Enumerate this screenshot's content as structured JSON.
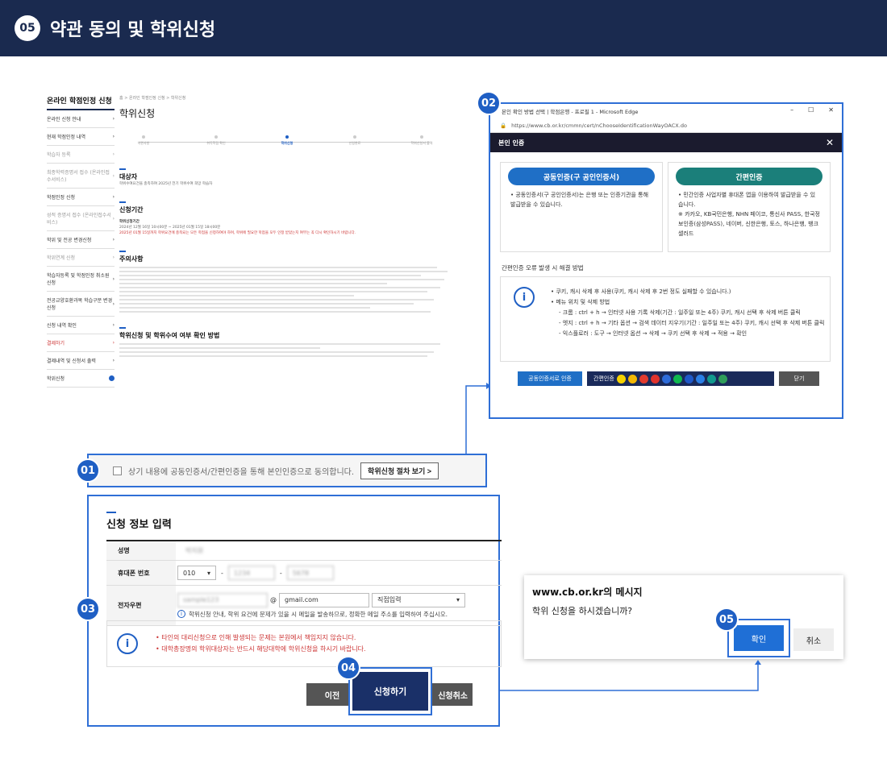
{
  "header": {
    "step": "05",
    "title": "약관 동의 및 학위신청"
  },
  "badges": {
    "b01": "01",
    "b02": "02",
    "b03": "03",
    "b04": "04",
    "b05": "05"
  },
  "sidebar": {
    "title": "온라인 학점인정 신청",
    "items": [
      "온라인 신청 안내",
      "현재 학점인정 내역",
      "학습자 등록",
      "최종학력증명서 접수 (온라인접수서비스)",
      "학점인정 신청",
      "성적 증명서 접수 (온라인접수서비스)",
      "학위 및 전공 변경신청",
      "학위연계 신청",
      "학습자등록 및 학점인정 취소원 신청",
      "전공교양호환과목 학습구분 변경신청",
      "신청 내역 확인",
      "결제하기",
      "결제내역 및 신청서 출력",
      "학위신청"
    ]
  },
  "main": {
    "breadcrumb": "홈 > 온라인 학점인정 신청 > 학위신청",
    "title": "학위신청",
    "steps": [
      "약관사항",
      "취득학점 확인",
      "학위신청",
      "신청완료",
      "학위신청서 출력"
    ],
    "sec1": "대상자",
    "sec1_text": "학위수여요건을 충족하여 2025년 전기 학위수여 희망 학습자",
    "sec2": "신청기간",
    "sec2_sub": "학위신청기간",
    "sec2_text": "2024년 12월 16일 10시00분 ~ 2025년 01월 15일 18시00분",
    "sec2_warn": "2025년 01월 15일까지 학위요건에 충족되는 모든 학점을 신청하여야 하며, 학위에 필요한 학점을 모두 인정 받았는지 여부는 꼭 다시 확인하시기 바랍니다.",
    "sec3": "주의사항",
    "sec4": "학위신청 및 학위수여 여부 확인 방법"
  },
  "agree": {
    "text": "상기 내용에 공동인증서/간편인증을 통해 본인인증으로 동의합니다.",
    "button": "학위신청 절차 보기 >"
  },
  "form": {
    "title": "신청 정보 입력",
    "name_label": "성명",
    "name_value": "박지원",
    "phone_label": "휴대폰 번호",
    "phone_prefix": "010",
    "phone_mid": "1234",
    "phone_end": "5678",
    "email_label": "전자우편",
    "email_id": "sample123",
    "email_at": "@",
    "email_domain": "gmail.com",
    "email_select": "직접입력",
    "email_notice": "학위신청 안내, 학위 요건에 문제가 있을 시 메일을 발송하므로, 정확한 메일 주소를 입력하여 주십시오.",
    "warn1": "타인의 대리신청으로 인해 발생되는 문제는 본원에서 책임지지 않습니다.",
    "warn2": "대학총장명의 학위대상자는 반드시 해당대학에 학위신청을 하시기 바랍니다.",
    "btn_prev": "이전",
    "btn_apply": "신청하기",
    "btn_cancel": "신청취소"
  },
  "window": {
    "title": "본인 확인 방법 선택 | 학점은행 - 프로필 1 - Microsoft Edge",
    "url": "https://www.cb.or.kr/cmmn/cert/nChooseIdentificationWayOACX.do",
    "head": "본인 인증",
    "opt1_btn": "공동인증(구 공인인증서)",
    "opt1_text": "공동인증서(구 공인인증서)는 은행 또는 인증기관을 통해 발급받을 수 있습니다.",
    "opt2_btn": "간편인증",
    "opt2_text": "민간인증 사업자별 휴대폰 앱을 이용하여 발급받을 수 있습니다.",
    "opt2_list": "※ 카카오, KB국민은행, NHN 페이코, 통신사 PASS, 한국정보인증(삼성PASS), 네이버, 신한은행, 토스, 하나은행, 뱅크샐러드",
    "trouble_title": "간편인증 오류 발생 시 해결 방법",
    "t1": "쿠키, 캐시 삭제 후 사용(쿠키, 캐시 삭제 후 2번 정도 실패할 수 있습니다.)",
    "t2": "메뉴 위치 및 삭제 방법",
    "t3": "크롬 : ctrl + h → 인터넷 사용 기록 삭제(기간 : 일주일 또는 4주) 쿠키, 캐시 선택 후 삭제 버튼 클릭",
    "t4": "엣지 : ctrl + h → 기타 옵션 → 검색 데이터 지우기(기간 : 일주일 또는 4주) 쿠키, 캐시 선택 후 삭제 버튼 클릭",
    "t5": "익스플로러 : 도구 → 인터넷 옵션 → 삭제 → 쿠키 선택 후 삭제 → 적용 → 확인",
    "btn_cert": "공동인증서로 인증",
    "btn_simple": "간편인증",
    "btn_close": "닫기"
  },
  "msg": {
    "title": "www.cb.or.kr의 메시지",
    "body": "학위 신청을 하시겠습니까?",
    "ok": "확인",
    "cancel": "취소"
  },
  "colors": {
    "navy": "#1a2a4f",
    "accent": "#2f6fd6",
    "red": "#c33333",
    "teal": "#1b7f7a",
    "blue": "#1f5fc4"
  }
}
